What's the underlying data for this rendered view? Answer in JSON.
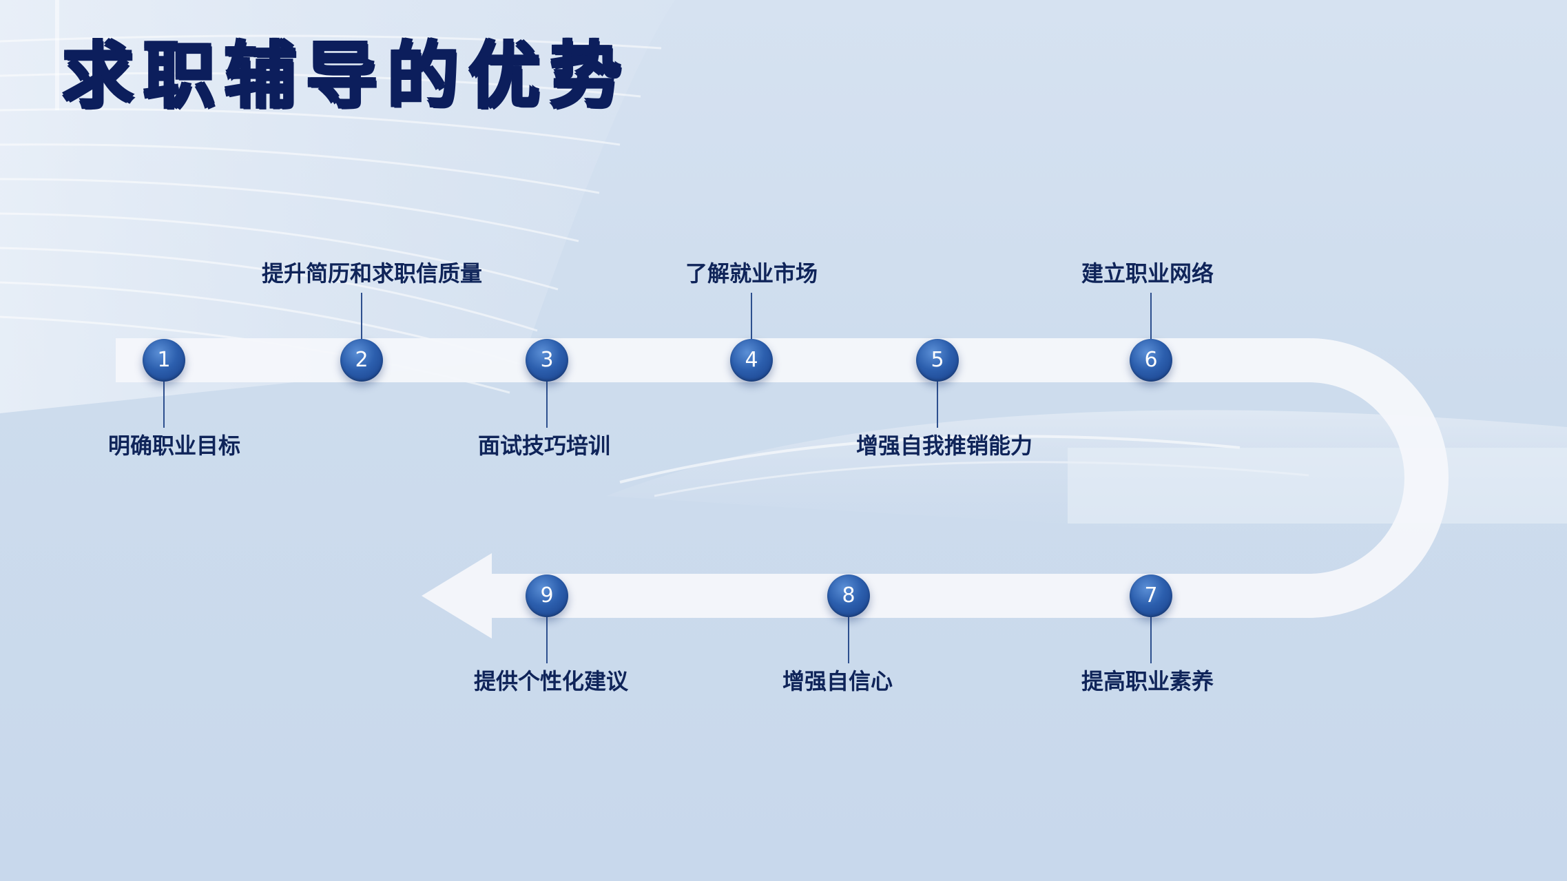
{
  "title": "求职辅导的优势",
  "steps": [
    {
      "num": "1",
      "label": "明确职业目标"
    },
    {
      "num": "2",
      "label": "提升简历和求职信质量"
    },
    {
      "num": "3",
      "label": "面试技巧培训"
    },
    {
      "num": "4",
      "label": "了解就业市场"
    },
    {
      "num": "5",
      "label": "增强自我推销能力"
    },
    {
      "num": "6",
      "label": "建立职业网络"
    },
    {
      "num": "7",
      "label": "提高职业素养"
    },
    {
      "num": "8",
      "label": "增强自信心"
    },
    {
      "num": "9",
      "label": "提供个性化建议"
    }
  ],
  "colors": {
    "title": "#0c1e5c",
    "node": "#2c5fae",
    "track": "#f4f7fb",
    "label": "#0f2459"
  }
}
